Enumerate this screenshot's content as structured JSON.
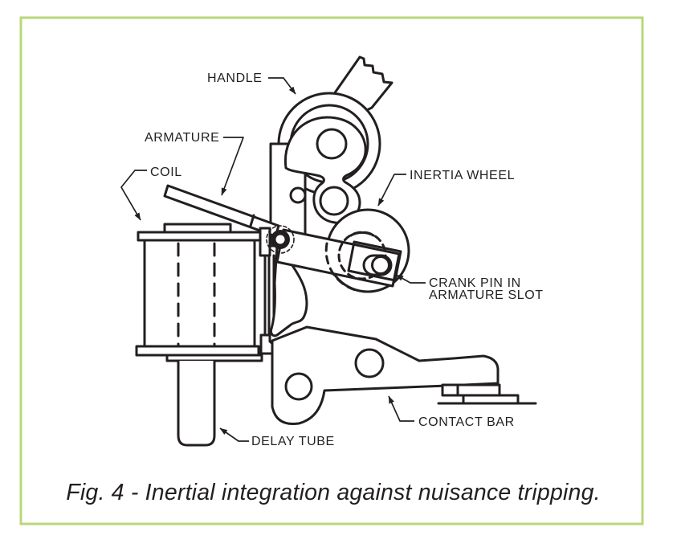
{
  "figure": {
    "caption": "Fig. 4 - Inertial integration against nuisance tripping.",
    "labels": {
      "handle": "HANDLE",
      "armature": "ARMATURE",
      "coil": "COIL",
      "inertia_wheel": "INERTIA WHEEL",
      "crank_pin_line1": "CRANK PIN IN",
      "crank_pin_line2": "ARMATURE SLOT",
      "contact_bar": "CONTACT BAR",
      "delay_tube": "DELAY TUBE"
    },
    "colors": {
      "ink": "#231f20",
      "border": "#b9d77a",
      "background": "#ffffff"
    }
  }
}
